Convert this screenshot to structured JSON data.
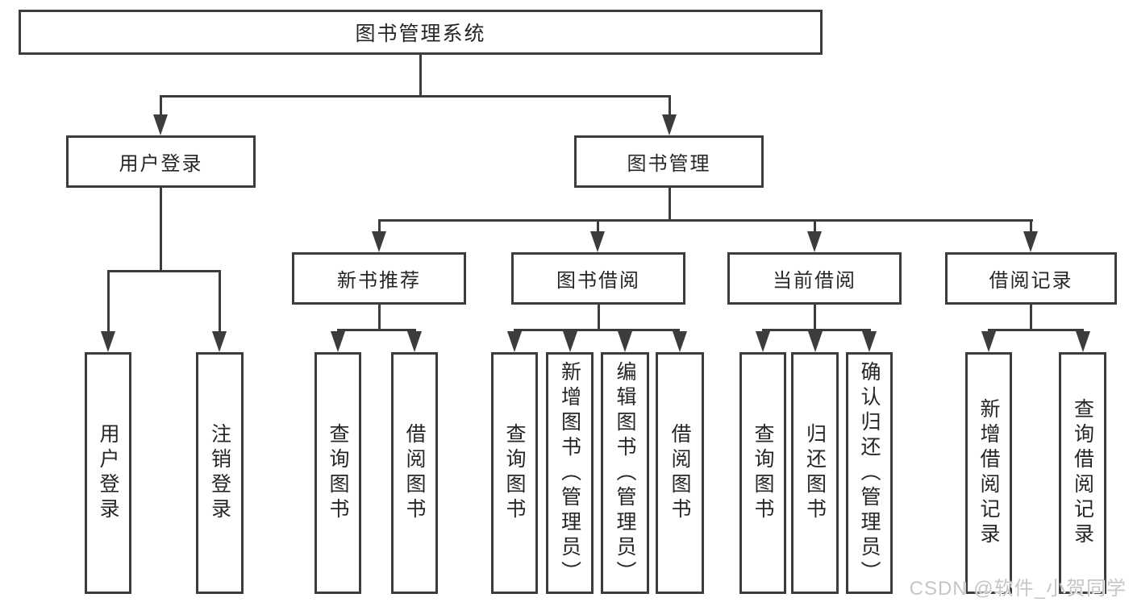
{
  "colors": {
    "line": "#3c3c3c",
    "text": "#262626",
    "background": "#ffffff",
    "watermark": "#c6c6c6"
  },
  "watermark": "CSDN @软件_小贺同学",
  "nodes": {
    "root": {
      "label": "图书管理系统"
    },
    "user_login": {
      "label": "用户登录"
    },
    "book_mgmt": {
      "label": "图书管理"
    },
    "new_book_rec": {
      "label": "新书推荐"
    },
    "book_borrow": {
      "label": "图书借阅"
    },
    "current_borrow": {
      "label": "当前借阅"
    },
    "borrow_records": {
      "label": "借阅记录"
    },
    "login_leaf": {
      "label": "用户登录"
    },
    "logout_leaf": {
      "label": "注销登录"
    },
    "rec_query": {
      "label": "查询图书"
    },
    "rec_borrow": {
      "label": "借阅图书"
    },
    "bb_query": {
      "label": "查询图书"
    },
    "bb_add": {
      "label": "新增图书（管理员）"
    },
    "bb_edit": {
      "label": "编辑图书（管理员）"
    },
    "bb_borrow": {
      "label": "借阅图书"
    },
    "cb_query": {
      "label": "查询图书"
    },
    "cb_return": {
      "label": "归还图书"
    },
    "cb_confirm": {
      "label": "确认归还（管理员）"
    },
    "br_add": {
      "label": "新增借阅记录"
    },
    "br_query": {
      "label": "查询借阅记录"
    }
  },
  "structure": {
    "title": "图书管理系统",
    "children": [
      {
        "label": "用户登录",
        "children": [
          "用户登录",
          "注销登录"
        ]
      },
      {
        "label": "图书管理",
        "children": [
          {
            "label": "新书推荐",
            "children": [
              "查询图书",
              "借阅图书"
            ]
          },
          {
            "label": "图书借阅",
            "children": [
              "查询图书",
              "新增图书（管理员）",
              "编辑图书（管理员）",
              "借阅图书"
            ]
          },
          {
            "label": "当前借阅",
            "children": [
              "查询图书",
              "归还图书",
              "确认归还（管理员）"
            ]
          },
          {
            "label": "借阅记录",
            "children": [
              "新增借阅记录",
              "查询借阅记录"
            ]
          }
        ]
      }
    ]
  }
}
